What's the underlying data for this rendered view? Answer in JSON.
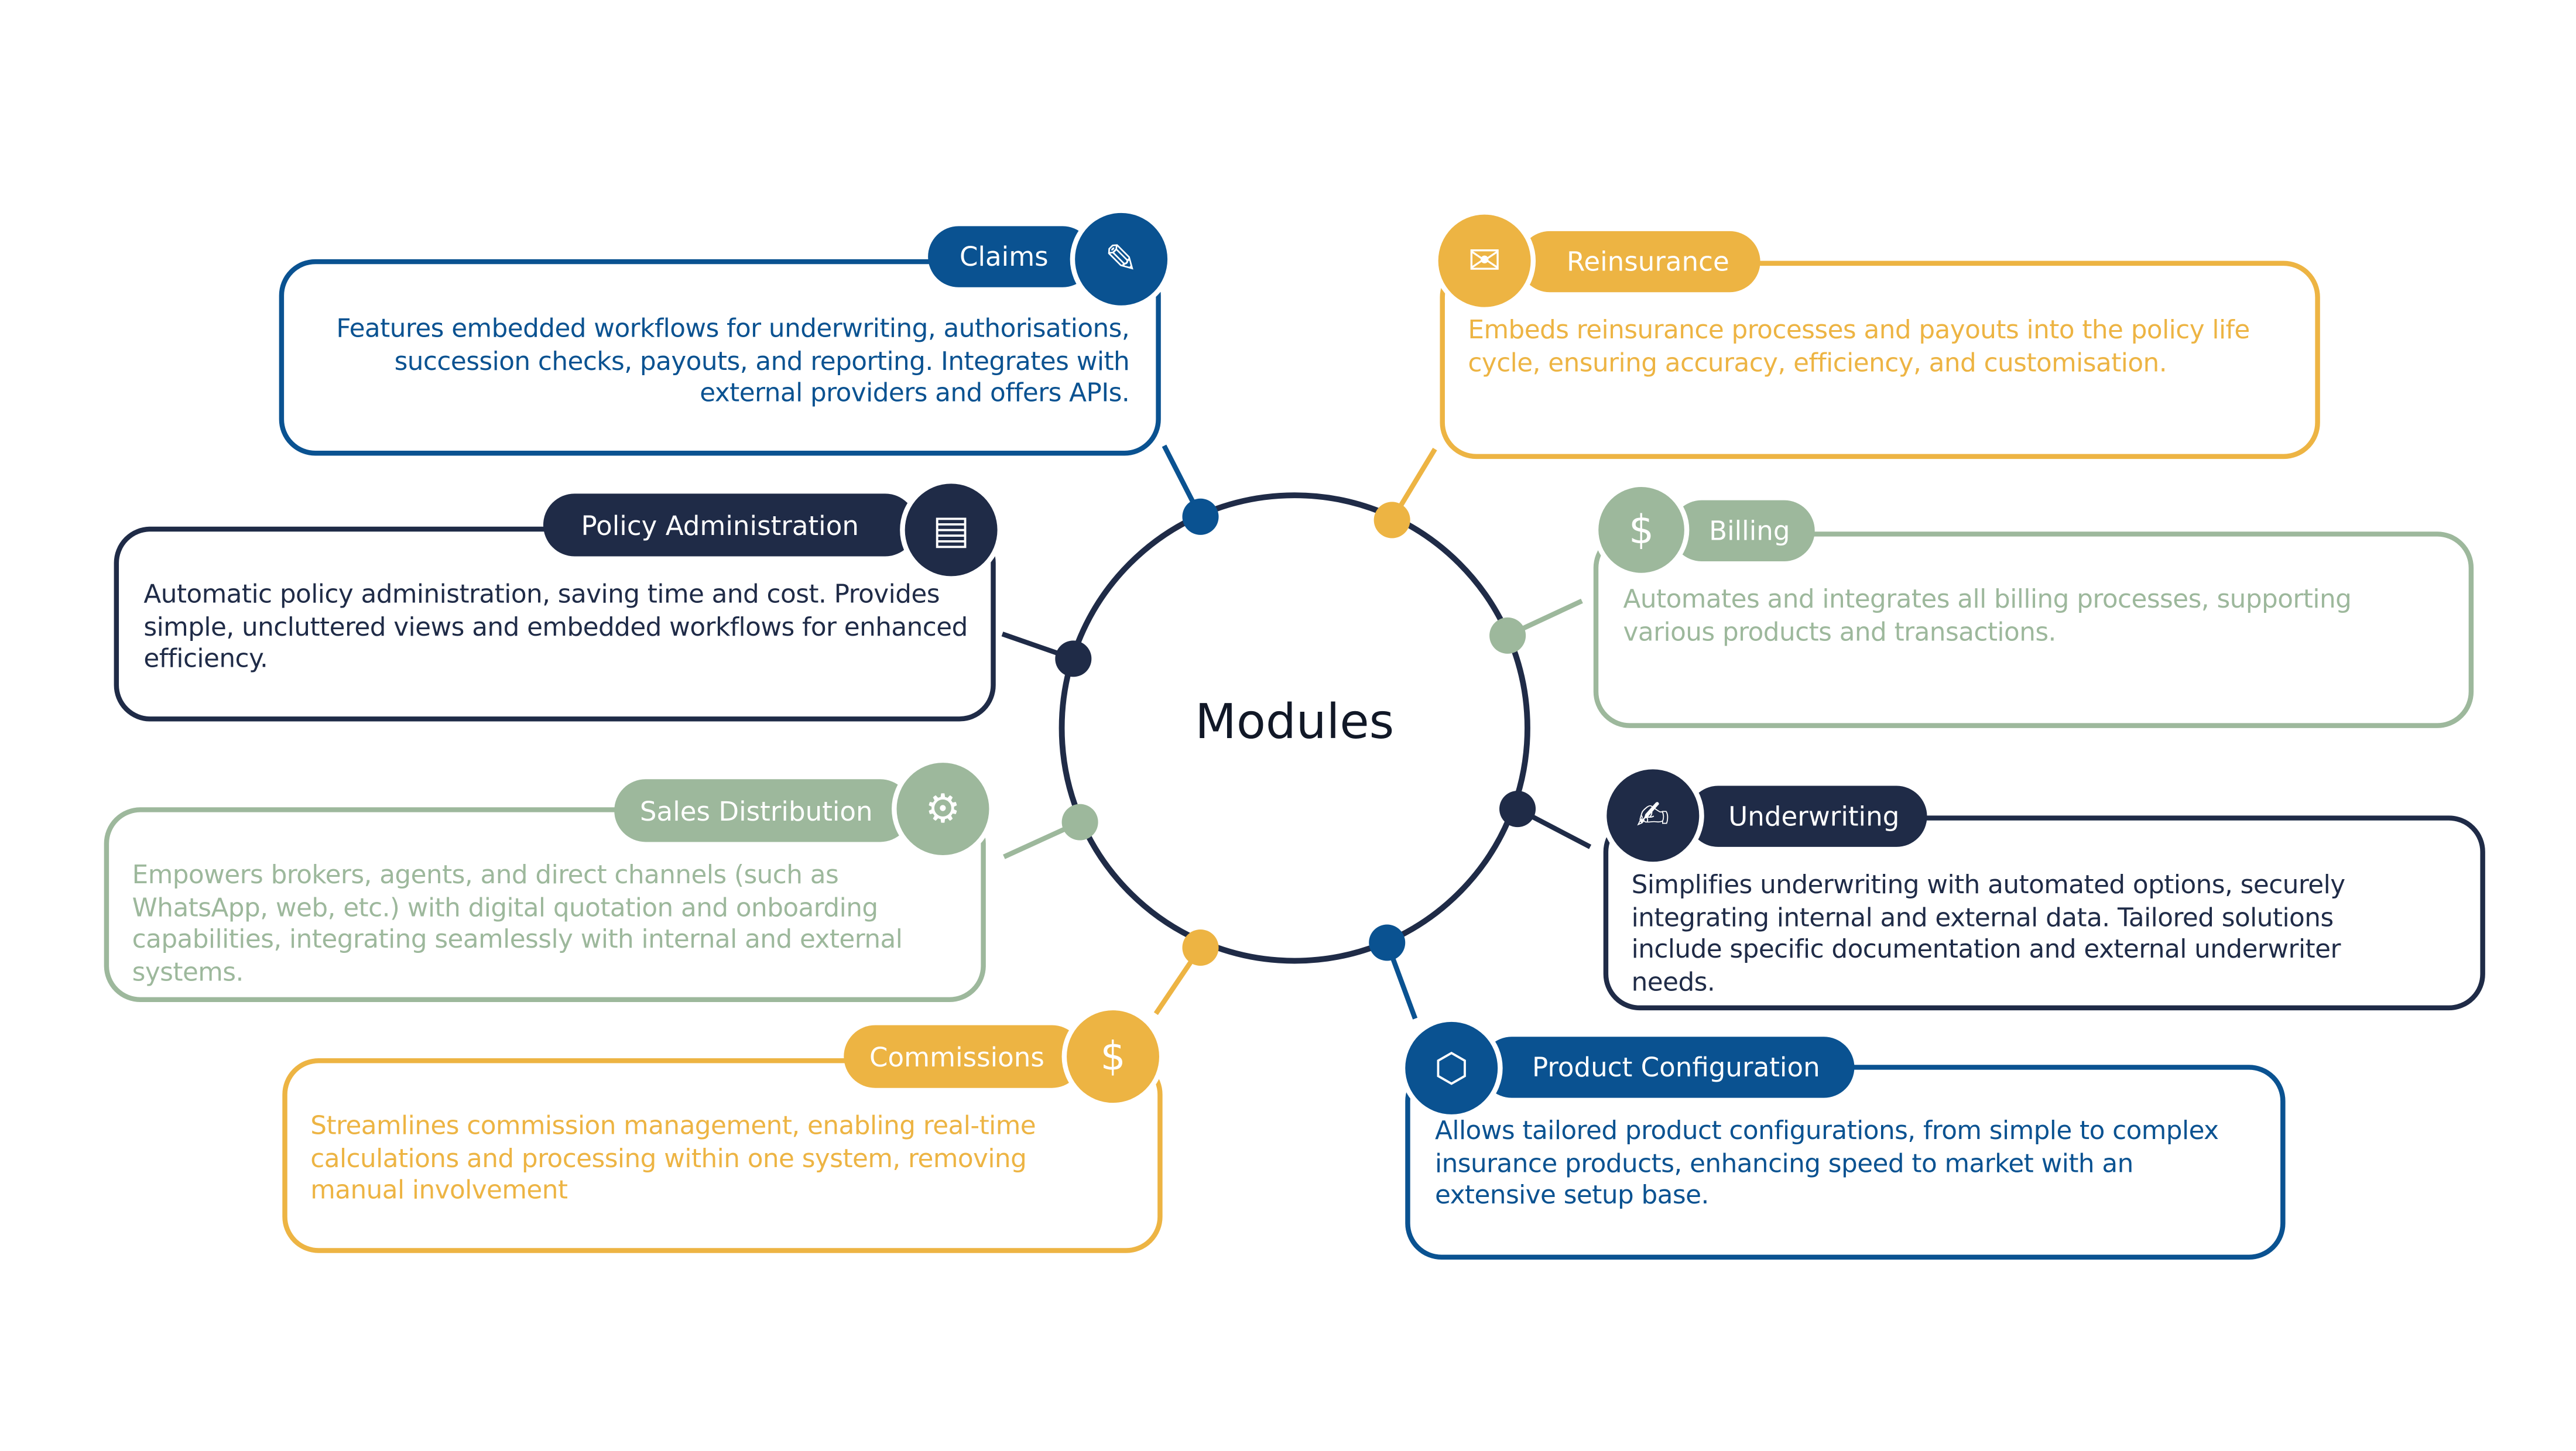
{
  "title": "Modules",
  "colors": {
    "blue": "#0a5291",
    "navy": "#1f2b47",
    "gold": "#edb443",
    "sage": "#9db89c"
  },
  "modules": {
    "claims": {
      "label": "Claims",
      "icon": "claim-document-icon",
      "text": "Features embedded workflows for underwriting, authorisations, succession checks, payouts, and reporting. Integrates with external providers and offers APIs."
    },
    "reinsurance": {
      "label": "Reinsurance",
      "icon": "envelope-icon",
      "text": "Embeds reinsurance processes and payouts into the policy life cycle, ensuring accuracy, efficiency, and customisation."
    },
    "policy": {
      "label": "Policy Administration",
      "icon": "policy-document-icon",
      "text": "Automatic policy administration, saving time and cost. Provides simple, uncluttered views and embedded workflows for enhanced efficiency."
    },
    "billing": {
      "label": "Billing",
      "icon": "money-icon",
      "text": "Automates and integrates all billing processes, supporting various products and transactions."
    },
    "sales": {
      "label": "Sales Distribution",
      "icon": "distribution-icon",
      "text": "Empowers brokers, agents, and direct channels (such as WhatsApp, web, etc.) with digital quotation and onboarding capabilities, integrating seamlessly with internal and external systems."
    },
    "underwriting": {
      "label": "Underwriting",
      "icon": "signing-document-icon",
      "text": "Simplifies underwriting with automated options, securely integrating internal and external data. Tailored solutions include specific documentation and external underwriter needs."
    },
    "commissions": {
      "label": "Commissions",
      "icon": "hand-coin-icon",
      "text": "Streamlines commission management, enabling real-time calculations and processing within one system, removing manual involvement"
    },
    "product": {
      "label": "Product Configuration",
      "icon": "gear-box-icon",
      "text": "Allows tailored product configurations, from simple to complex insurance products, enhancing speed to market with an extensive setup base."
    }
  }
}
